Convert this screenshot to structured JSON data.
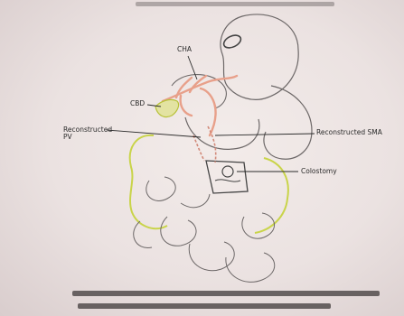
{
  "labels": {
    "cha": "CHA",
    "cbd": "CBD",
    "reconstructed_pv": "Reconstructed PV",
    "reconstructed_sma": "Reconstructed SMA",
    "colostomy": "Colostomy"
  },
  "colors": {
    "paper": "#efe7e6",
    "ink": "#2a2a2a",
    "artery": "#e8a08a",
    "bowel_highlight": "#c9d44a"
  }
}
